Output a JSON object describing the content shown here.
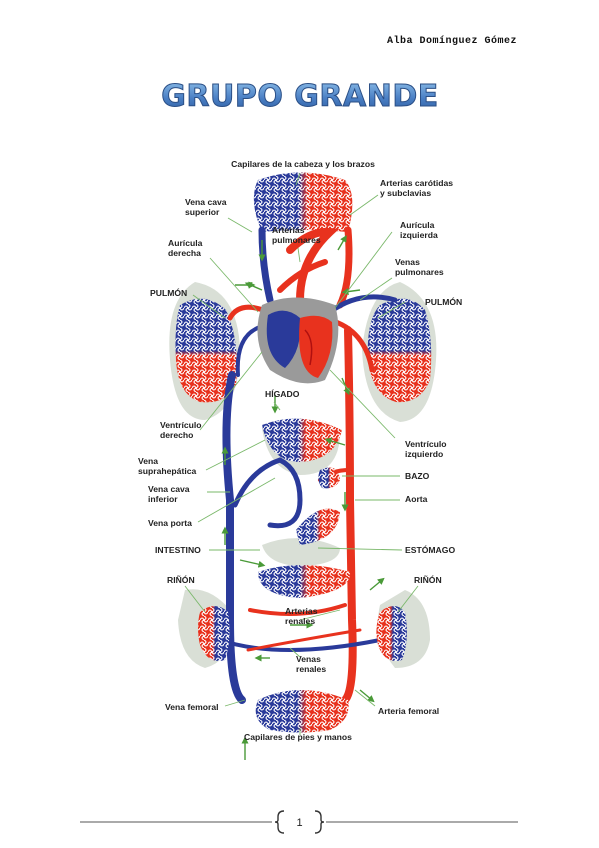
{
  "header": {
    "author": "Alba Domínguez Gómez"
  },
  "page": {
    "title": "GRUPO GRANDE",
    "number": "1"
  },
  "colors": {
    "oxygenated": "#e8321e",
    "deoxygenated": "#2a3a9a",
    "tissue": "#d9dfd6",
    "heart": "#9a9a9a",
    "title_blue": "#4a7fc4",
    "arrow": "#4a9a38"
  },
  "labels": {
    "capilares_cabeza": "Capilares de la cabeza y los brazos",
    "arterias_carotidas_1": "Arterias carótidas",
    "arterias_carotidas_2": "y subclavias",
    "vena_cava_superior_1": "Vena cava",
    "vena_cava_superior_2": "superior",
    "arterias_pulmonares_1": "Arterias",
    "arterias_pulmonares_2": "pulmonares",
    "auricula_izquierda_1": "Aurícula",
    "auricula_izquierda_2": "izquierda",
    "auricula_derecha_1": "Aurícula",
    "auricula_derecha_2": "derecha",
    "venas_pulmonares_1": "Venas",
    "venas_pulmonares_2": "pulmonares",
    "pulmon_izq": "PULMÓN",
    "pulmon_der": "PULMÓN",
    "higado": "HÍGADO",
    "ventriculo_derecho_1": "Ventrículo",
    "ventriculo_derecho_2": "derecho",
    "ventriculo_izquierdo_1": "Ventrículo",
    "ventriculo_izquierdo_2": "izquierdo",
    "vena_suprahepatica_1": "Vena",
    "vena_suprahepatica_2": "suprahepática",
    "bazo": "BAZO",
    "vena_cava_inferior_1": "Vena cava",
    "vena_cava_inferior_2": "inferior",
    "aorta": "Aorta",
    "vena_porta": "Vena porta",
    "intestino": "INTESTINO",
    "estomago": "ESTÓMAGO",
    "rinon_izq": "RIÑÓN",
    "rinon_der": "RIÑÓN",
    "arterias_renales_1": "Arterias",
    "arterias_renales_2": "renales",
    "venas_renales_1": "Venas",
    "venas_renales_2": "renales",
    "vena_femoral": "Vena femoral",
    "arteria_femoral": "Arteria femoral",
    "capilares_pies": "Capilares de pies y manos"
  }
}
